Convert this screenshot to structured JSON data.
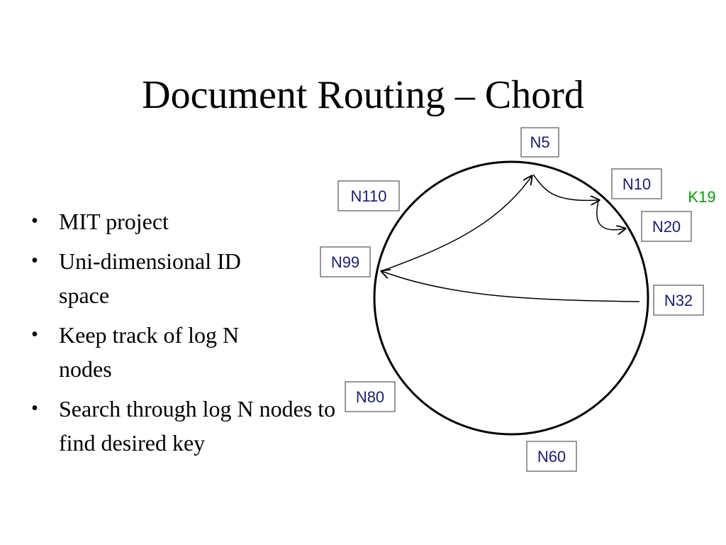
{
  "slide": {
    "title": "Document Routing – Chord",
    "bullets": [
      {
        "text": "MIT project"
      },
      {
        "text": "Uni-dimensional ID space"
      },
      {
        "text": "Keep track of log N nodes"
      },
      {
        "text": "Search through log N nodes to find desired key"
      }
    ]
  },
  "diagram": {
    "nodes": {
      "n5": "N5",
      "n10": "N10",
      "n20": "N20",
      "n32": "N32",
      "n60": "N60",
      "n80": "N80",
      "n99": "N99",
      "n110": "N110"
    },
    "key": "K19",
    "colors": {
      "node_text": "#1a1a7a",
      "key_text": "#00a000",
      "ring": "#000000"
    }
  }
}
